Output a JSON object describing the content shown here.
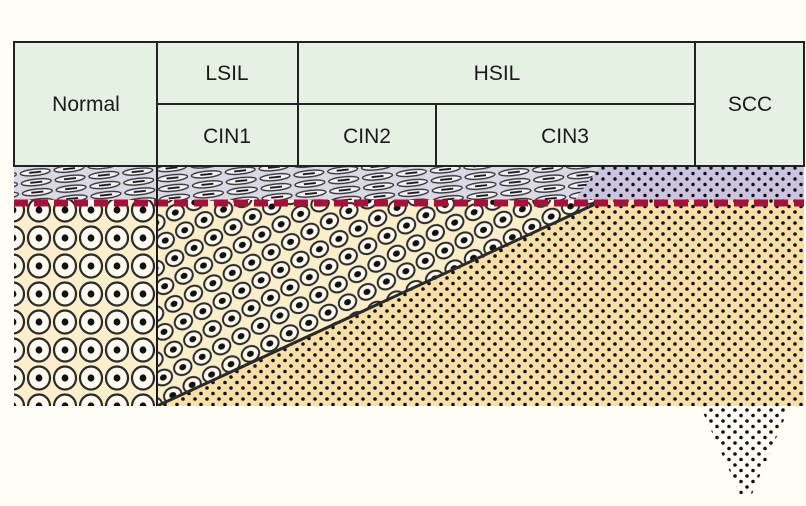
{
  "diagram": {
    "row1": {
      "normal": "Normal",
      "lsil": "LSIL",
      "hsil": "HSIL",
      "scc": "SCC"
    },
    "row2": {
      "cin1": "CIN1",
      "cin2": "CIN2",
      "cin3": "CIN3"
    }
  },
  "colors": {
    "header_fill": "#e5f2e3",
    "stroma": "#f7dfa7",
    "surface_band": "#cdc6df",
    "basement_membrane": "#a3123a",
    "cell_nucleus": "#111111"
  }
}
